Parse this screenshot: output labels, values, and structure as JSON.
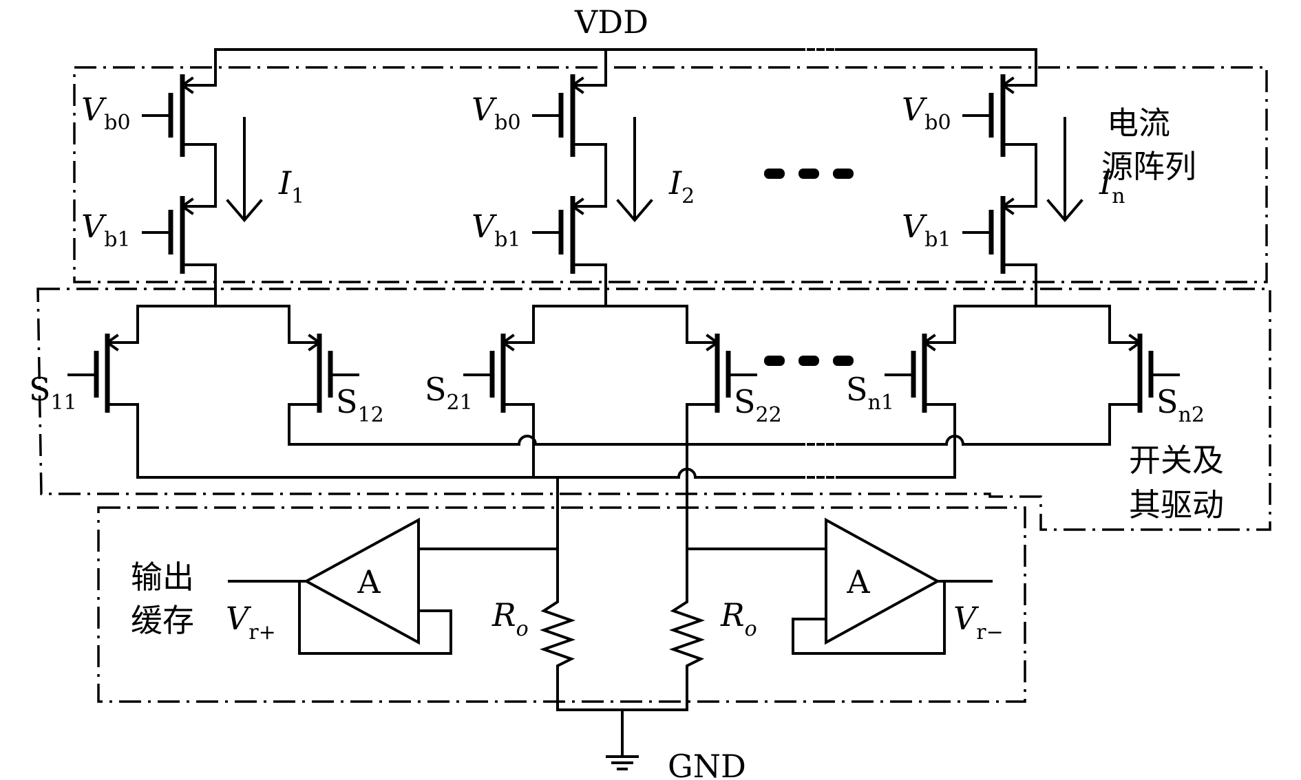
{
  "supply": {
    "vdd": "VDD",
    "gnd": "GND"
  },
  "current_sources": [
    {
      "gate_top_main": "V",
      "gate_top_sub": "b0",
      "gate_bottom_main": "V",
      "gate_bottom_sub": "b1",
      "current_main": "I",
      "current_sub": "1"
    },
    {
      "gate_top_main": "V",
      "gate_top_sub": "b0",
      "gate_bottom_main": "V",
      "gate_bottom_sub": "b1",
      "current_main": "I",
      "current_sub": "2"
    },
    {
      "gate_top_main": "V",
      "gate_top_sub": "b0",
      "gate_bottom_main": "V",
      "gate_bottom_sub": "b1",
      "current_main": "I",
      "current_sub": "n"
    }
  ],
  "switches": [
    {
      "left_main": "S",
      "left_sub": "11",
      "right_main": "S",
      "right_sub": "12"
    },
    {
      "left_main": "S",
      "left_sub": "21",
      "right_main": "S",
      "right_sub": "22"
    },
    {
      "left_main": "S",
      "left_sub": "n1",
      "right_main": "S",
      "right_sub": "n2"
    }
  ],
  "blocks": {
    "current_source_array": [
      "电流",
      "源阵列"
    ],
    "switch_driver": [
      "开关及",
      "其驱动"
    ],
    "output_buffer": [
      "输出",
      "缓存"
    ]
  },
  "buffer": {
    "amp_label": "A",
    "resistor_main": "R",
    "resistor_sub": "o",
    "out_pos_main": "V",
    "out_pos_sub": "r+",
    "out_neg_main": "V",
    "out_neg_sub": "r−"
  }
}
